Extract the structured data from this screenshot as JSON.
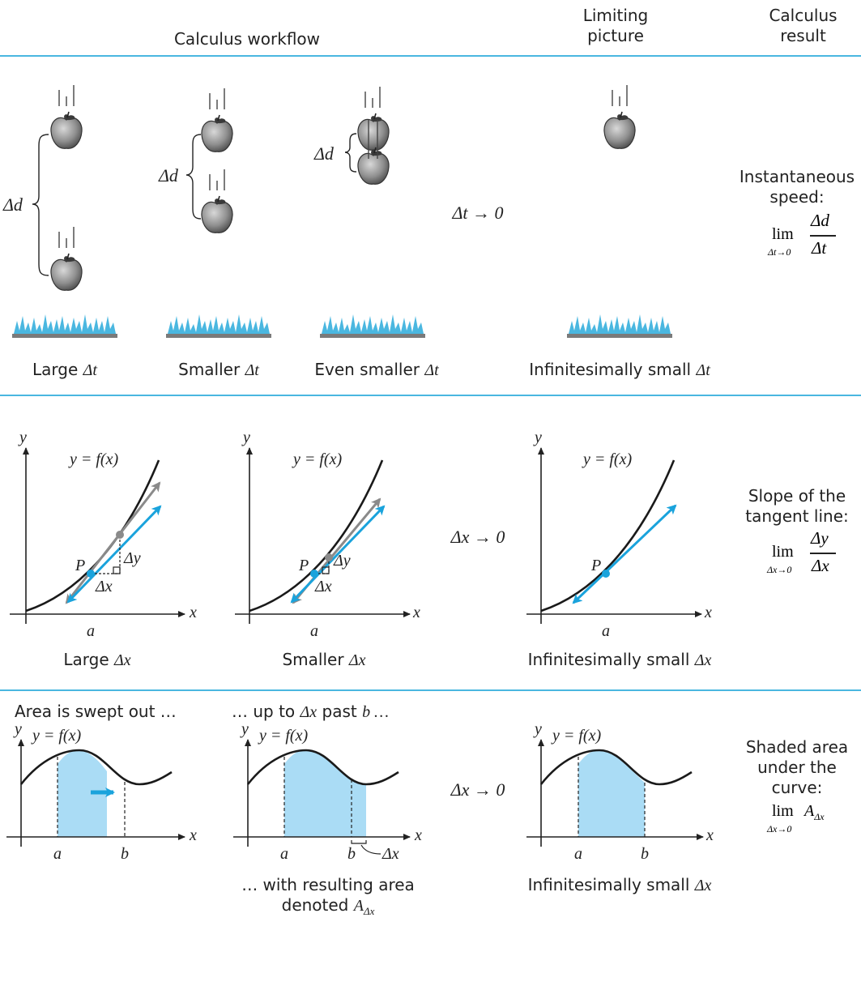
{
  "header": {
    "workflow": "Calculus workflow",
    "limiting_1": "Limiting",
    "limiting_2": "picture",
    "result_1": "Calculus",
    "result_2": "result"
  },
  "speed_row": {
    "captions": [
      "Large",
      "Smaller",
      "Even smaller",
      "Infinitesimally small"
    ],
    "delta_t": "Δt",
    "delta_d": "Δd",
    "arrow": "Δt → 0",
    "result_1": "Instantaneous",
    "result_2": "speed:",
    "lim": "lim",
    "lim_sub": "Δt→0",
    "num": "Δd",
    "den": "Δt"
  },
  "slope_row": {
    "captions": [
      "Large",
      "Smaller",
      "Infinitesimally small"
    ],
    "delta_x": "Δx",
    "delta_y": "Δy",
    "func": "y = f(x)",
    "y_axis": "y",
    "x_axis": "x",
    "point": "P",
    "a": "a",
    "arrow": "Δx → 0",
    "result_1": "Slope of the",
    "result_2": "tangent line:",
    "lim": "lim",
    "lim_sub": "Δx→0",
    "num": "Δy",
    "den": "Δx"
  },
  "area_row": {
    "top_left": "Area is swept out …",
    "top_mid_pre": "… up to",
    "top_mid_dx": "Δx",
    "top_mid_post": "past",
    "top_mid_b": "b …",
    "func": "y = f(x)",
    "y_axis": "y",
    "x_axis": "x",
    "a": "a",
    "b": "b",
    "delta_x": "Δx",
    "arrow": "Δx → 0",
    "bottom_mid_1": "… with resulting area",
    "bottom_mid_2": "denoted",
    "A": "A",
    "A_sub": "Δx",
    "bottom_right": "Infinitesimally small",
    "result_1": "Shaded area",
    "result_2": "under the",
    "result_3": "curve:",
    "lim": "lim",
    "lim_sub": "Δx→0"
  },
  "colors": {
    "accent": "#4ab7e0",
    "arrow_blue": "#1aa3dc",
    "shade": "#aadcf5",
    "gray_arrow": "#8a8a8a",
    "grass": "#4ab7e0",
    "ground": "#777777"
  }
}
